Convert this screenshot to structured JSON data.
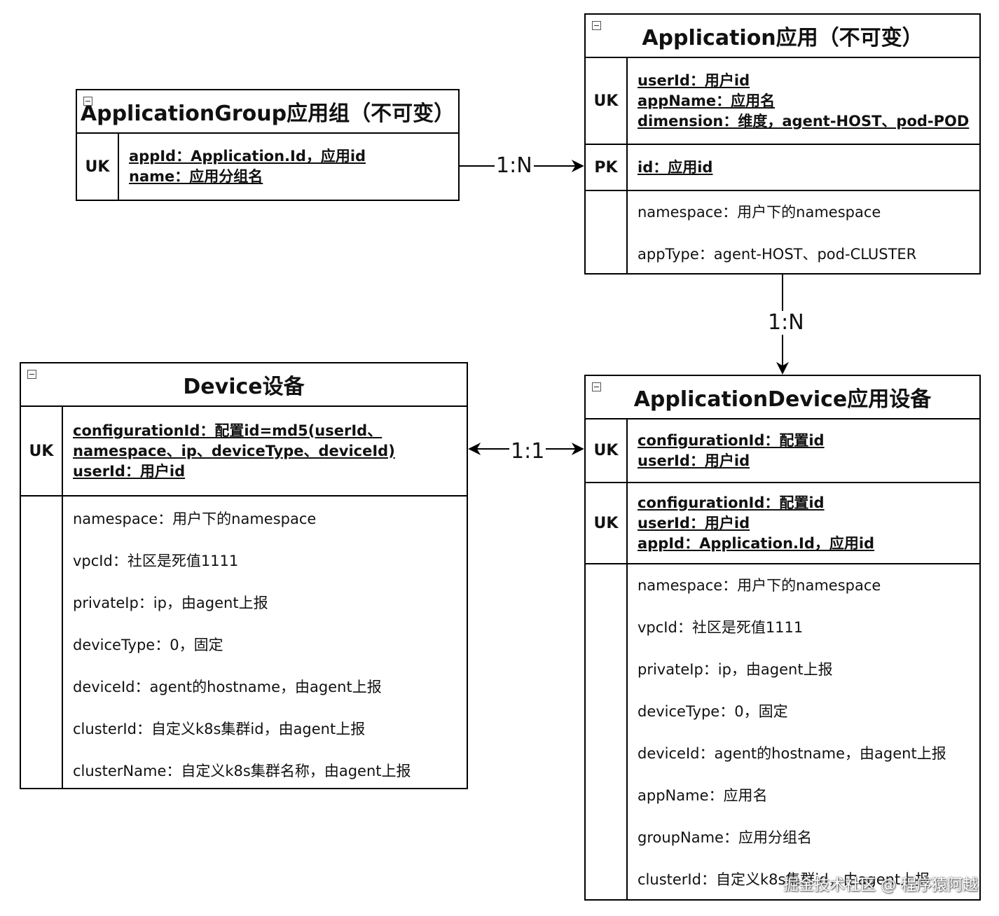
{
  "entities": {
    "app_group": {
      "title": "ApplicationGroup应用组（不可变）",
      "sections": [
        {
          "key": "UK",
          "fields": [
            "appId：Application.Id，应用id",
            "name：应用分组名"
          ]
        }
      ]
    },
    "application": {
      "title": "Application应用（不可变）",
      "sections": [
        {
          "key": "UK",
          "fields": [
            "userId：用户id",
            "appName：应用名",
            "dimension：维度，agent-HOST、pod-POD"
          ]
        },
        {
          "key": "PK",
          "fields": [
            "id：应用id"
          ]
        }
      ],
      "attributes": [
        "namespace：用户下的namespace",
        "appType：agent-HOST、pod-CLUSTER"
      ]
    },
    "device": {
      "title": "Device设备",
      "sections": [
        {
          "key": "UK",
          "fields": [
            "configurationId：配置id=md5(userId、",
            "namespace、ip、deviceType、deviceId)",
            "userId：用户id"
          ]
        }
      ],
      "attributes": [
        "namespace：用户下的namespace",
        "vpcId：社区是死值1111",
        "privateIp：ip，由agent上报",
        "deviceType：0，固定",
        "deviceId：agent的hostname，由agent上报",
        "clusterId：自定义k8s集群id，由agent上报",
        "clusterName：自定义k8s集群名称，由agent上报"
      ]
    },
    "app_device": {
      "title": "ApplicationDevice应用设备",
      "sections": [
        {
          "key": "UK",
          "fields": [
            "configurationId：配置id",
            "userId：用户id"
          ]
        },
        {
          "key": "UK",
          "fields": [
            "configurationId：配置id",
            "userId：用户id",
            "appId：Application.Id，应用id"
          ]
        }
      ],
      "attributes": [
        "namespace：用户下的namespace",
        "vpcId：社区是死值1111",
        "privateIp：ip，由agent上报",
        "deviceType：0，固定",
        "deviceId：agent的hostname，由agent上报",
        "appName：应用名",
        "groupName：应用分组名",
        "clusterId：自定义k8s集群id，由agent上报"
      ]
    }
  },
  "relations": {
    "group_to_app": "1:N",
    "app_to_app_device": "1:N",
    "device_to_app_device": "1:1"
  },
  "watermark": "掘金技术社区 @ 程序猿阿越"
}
